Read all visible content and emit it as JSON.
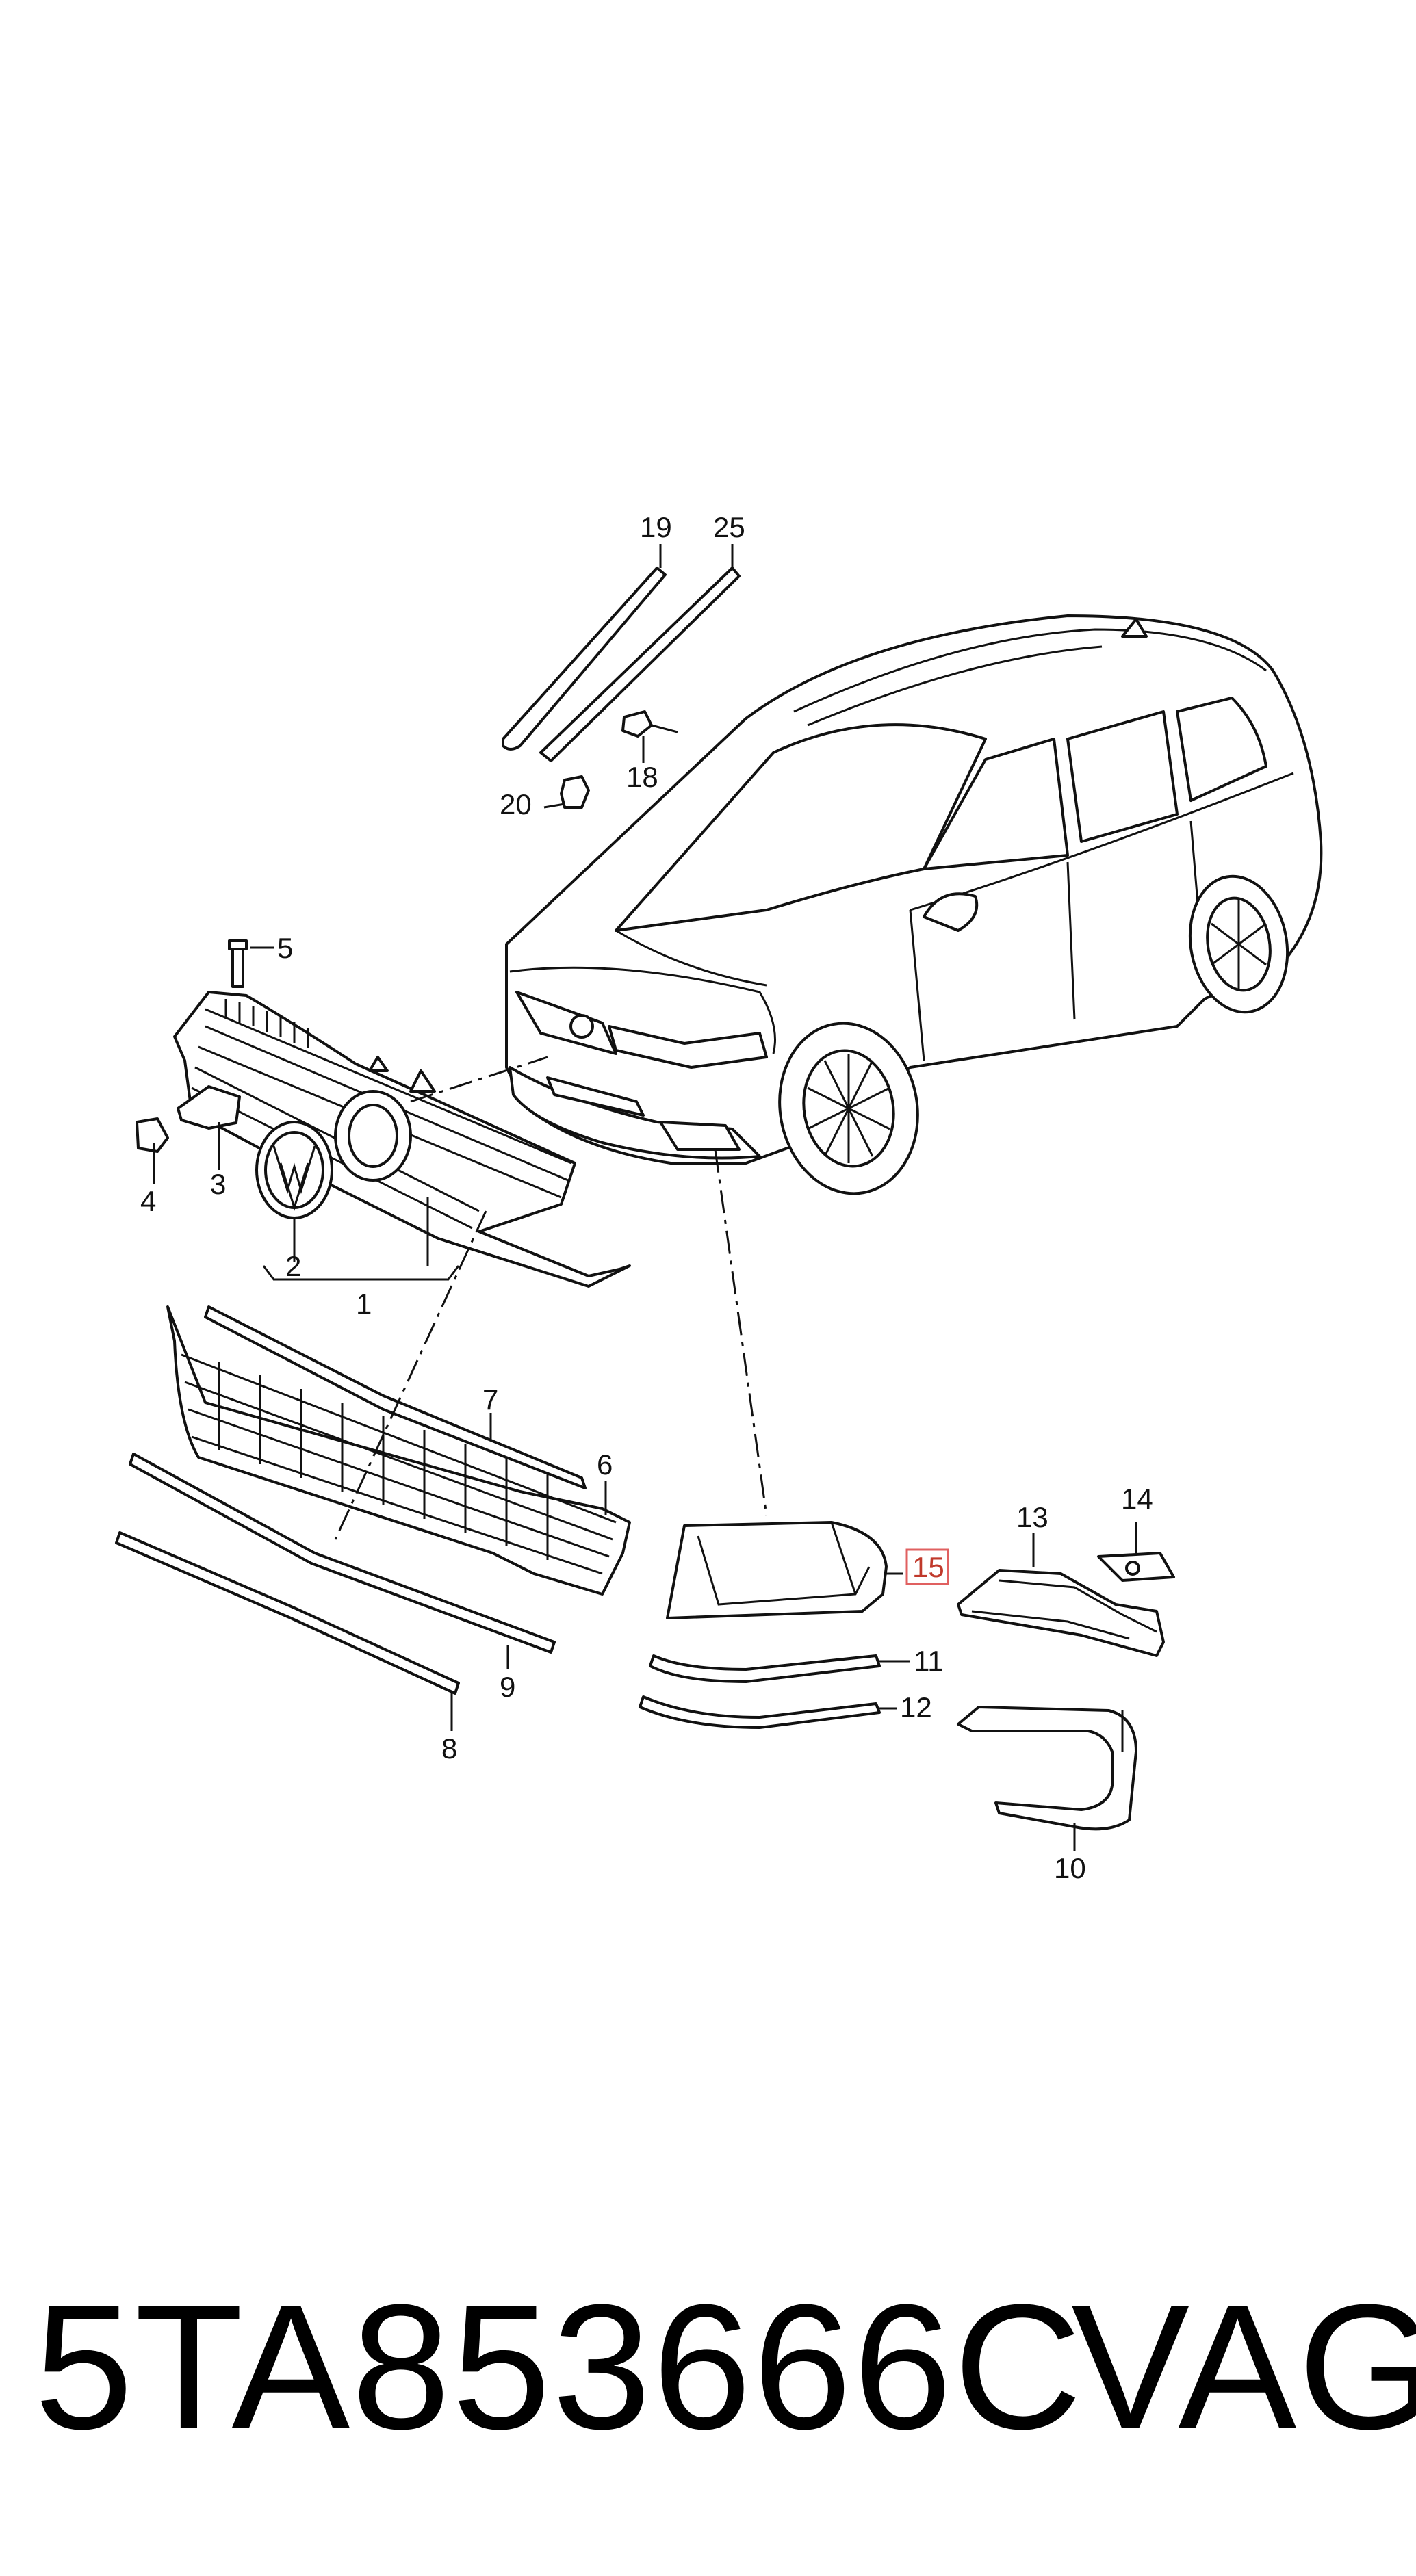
{
  "diagram": {
    "callouts": [
      {
        "id": "c1",
        "label": "1"
      },
      {
        "id": "c2",
        "label": "2"
      },
      {
        "id": "c3",
        "label": "3"
      },
      {
        "id": "c4",
        "label": "4"
      },
      {
        "id": "c5",
        "label": "5"
      },
      {
        "id": "c6",
        "label": "6"
      },
      {
        "id": "c7",
        "label": "7"
      },
      {
        "id": "c8",
        "label": "8"
      },
      {
        "id": "c9",
        "label": "9"
      },
      {
        "id": "c10",
        "label": "10"
      },
      {
        "id": "c11",
        "label": "11"
      },
      {
        "id": "c12",
        "label": "12"
      },
      {
        "id": "c13",
        "label": "13"
      },
      {
        "id": "c14",
        "label": "14"
      },
      {
        "id": "c15",
        "label": "15",
        "highlighted": true
      },
      {
        "id": "c18",
        "label": "18"
      },
      {
        "id": "c19",
        "label": "19"
      },
      {
        "id": "c20",
        "label": "20"
      },
      {
        "id": "c25",
        "label": "25"
      }
    ],
    "highlight_color": "#e06060"
  },
  "footer": {
    "part_number": "5TA853666C",
    "brand": "VAG"
  }
}
